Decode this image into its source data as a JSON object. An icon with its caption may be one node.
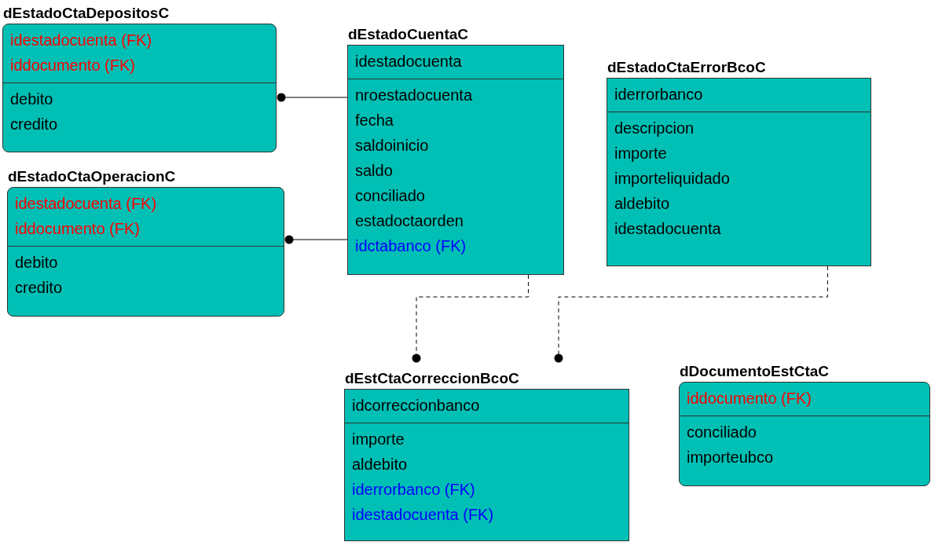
{
  "diagram": {
    "nodes": [
      {
        "text": [
          "dEstadoCtaDepositosC",
          "idestadocuenta (FK)",
          "iddocumento (FK)",
          "debito",
          "credito"
        ]
      },
      {
        "text": [
          "dEstadoCuentaC",
          "idestadocuenta",
          "nroestadocuenta",
          "fecha",
          "saldoinicio",
          "saldo",
          "conciliado",
          "estadoctaorden",
          "idctabanco (FK)"
        ]
      },
      {
        "text": [
          "dEstadoCtaErrorBcoC",
          "iderrorbanco",
          "descripcion",
          "importe",
          "importeliquidado",
          "aldebito",
          "idestadocuenta"
        ]
      },
      {
        "text": [
          "dEstadoCtaOperacionC",
          "idestadocuenta (FK)",
          "iddocumento (FK)",
          "debito",
          "credito"
        ]
      },
      {
        "text": [
          "dEstCtaCorreccionBcoC",
          "idcorreccionbanco",
          "importe",
          "aldebito",
          "iderrorbanco (FK)",
          "idestadocuenta (FK)"
        ]
      },
      {
        "text": [
          "dDocumentoEstCtaC",
          "iddocumento (FK)",
          "conciliado",
          "importeubco"
        ]
      }
    ],
    "edges": [
      {
        "from": 1,
        "to": 0,
        "arrow": "other"
      },
      {
        "from": 1,
        "to": 3,
        "arrow": "other"
      },
      {
        "from": 1,
        "to": 4,
        "arrow": "other",
        "style": "dashed"
      },
      {
        "from": 2,
        "to": 4,
        "arrow": "other",
        "style": "dashed"
      }
    ]
  }
}
